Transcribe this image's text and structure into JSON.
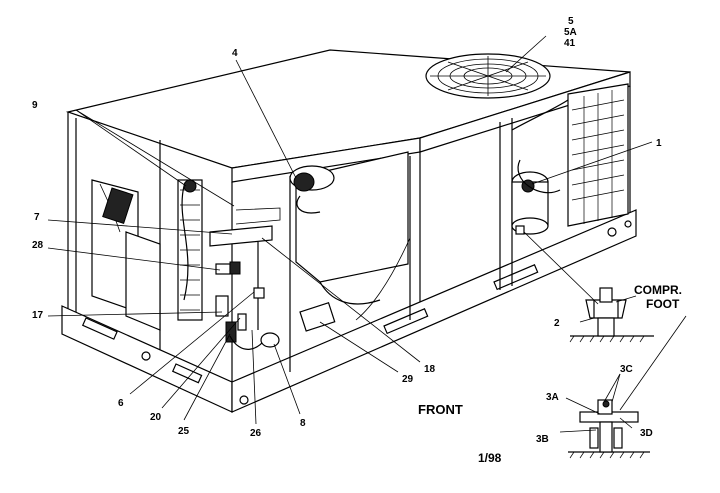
{
  "labels": {
    "l_5": "5",
    "l_5a": "5A",
    "l_41": "41",
    "l_4": "4",
    "l_9": "9",
    "l_1": "1",
    "l_7": "7",
    "l_28": "28",
    "l_17": "17",
    "l_6": "6",
    "l_20": "20",
    "l_25": "25",
    "l_26": "26",
    "l_8": "8",
    "l_29": "29",
    "l_18": "18",
    "l_2": "2",
    "l_3a": "3A",
    "l_3b": "3B",
    "l_3c": "3C",
    "l_3d": "3D",
    "compr_line1": "COMPR.",
    "compr_line2": "FOOT",
    "front": "FRONT",
    "date_code": "1/98"
  }
}
